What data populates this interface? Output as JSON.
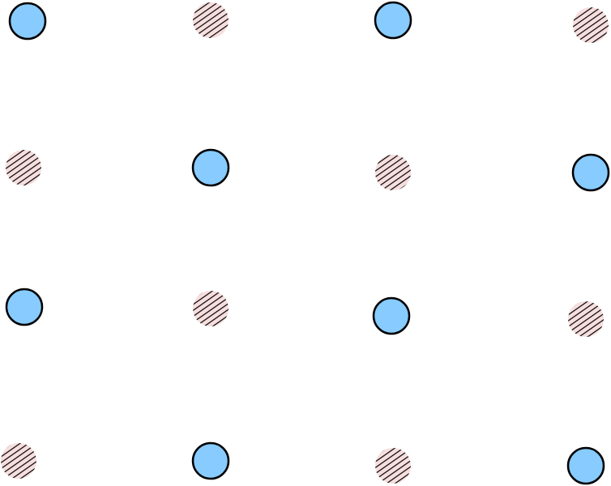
{
  "colors": {
    "solid_fill": "#87cbff",
    "solid_stroke": "#000000",
    "hatch_line": "#000000",
    "hatch_background": "#f7dede",
    "page_background": "#ffffff"
  },
  "dots": [
    {
      "row": 1,
      "col": 1,
      "style": "solid"
    },
    {
      "row": 1,
      "col": 2,
      "style": "hatched"
    },
    {
      "row": 1,
      "col": 3,
      "style": "solid"
    },
    {
      "row": 1,
      "col": 4,
      "style": "hatched"
    },
    {
      "row": 2,
      "col": 1,
      "style": "hatched"
    },
    {
      "row": 2,
      "col": 2,
      "style": "solid"
    },
    {
      "row": 2,
      "col": 3,
      "style": "hatched"
    },
    {
      "row": 2,
      "col": 4,
      "style": "solid"
    },
    {
      "row": 3,
      "col": 1,
      "style": "solid"
    },
    {
      "row": 3,
      "col": 2,
      "style": "hatched"
    },
    {
      "row": 3,
      "col": 3,
      "style": "solid"
    },
    {
      "row": 3,
      "col": 4,
      "style": "hatched"
    },
    {
      "row": 4,
      "col": 1,
      "style": "hatched"
    },
    {
      "row": 4,
      "col": 2,
      "style": "solid"
    },
    {
      "row": 4,
      "col": 3,
      "style": "hatched"
    },
    {
      "row": 4,
      "col": 4,
      "style": "solid"
    }
  ]
}
